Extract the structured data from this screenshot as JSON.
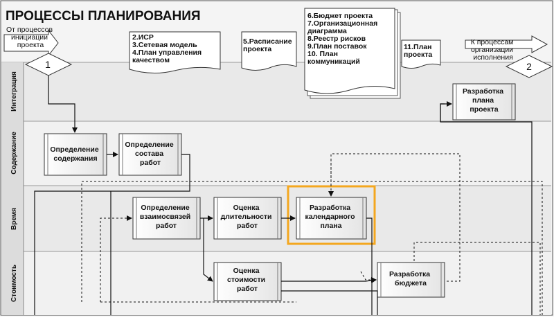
{
  "title": "ПРОЦЕССЫ ПЛАНИРОВАНИЯ",
  "lanes": [
    {
      "id": "integration",
      "label": "Интеграция"
    },
    {
      "id": "content",
      "label": "Содержание"
    },
    {
      "id": "time",
      "label": "Время"
    },
    {
      "id": "cost",
      "label": "Стоимость"
    }
  ],
  "external": {
    "from_lines": [
      "От процессов",
      "инициации",
      "проекта"
    ],
    "to_lines": [
      "К процессам",
      "организации",
      "исполнения"
    ]
  },
  "connectors": {
    "start": "1",
    "end": "2"
  },
  "documents": {
    "doc_a": [
      "2.ИСР",
      "3.Сетевая модель",
      "4.План управления",
      "качеством"
    ],
    "doc_b": [
      "5.Расписание",
      "проекта"
    ],
    "doc_c": [
      "6.Бюджет проекта",
      "7.Организационная",
      "диаграмма",
      "8.Реестр рисков",
      "9.План поставок",
      "10. План",
      "коммуникаций"
    ],
    "doc_d": [
      "11.План",
      "проекта"
    ]
  },
  "processes": {
    "define_scope": [
      "Определение",
      "содержания"
    ],
    "define_work": [
      "Определение",
      "состава",
      "работ"
    ],
    "dependencies": [
      "Определение",
      "взаимосвязей",
      "работ"
    ],
    "duration": [
      "Оценка",
      "длительности",
      "работ"
    ],
    "schedule": [
      "Разработка",
      "календарного",
      "плана"
    ],
    "cost_estimate": [
      "Оценка",
      "стоимости",
      "работ"
    ],
    "budget": [
      "Разработка",
      "бюджета"
    ],
    "plan_dev": [
      "Разработка",
      "плана",
      "проекта"
    ]
  },
  "colors": {
    "highlight": "#f4a71f",
    "lane_fill": "#eeeeee",
    "line": "#111111"
  }
}
